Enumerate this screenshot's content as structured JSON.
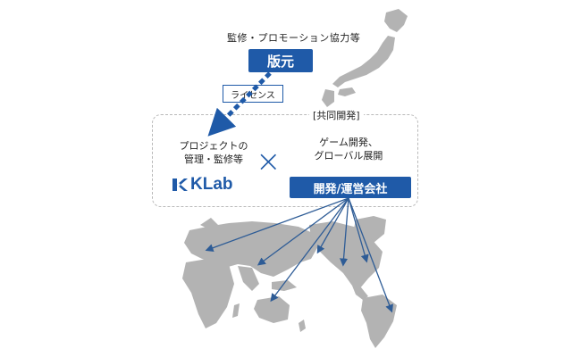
{
  "supervision_label": "監修・プロモーション協力等",
  "publisher_label": "版元",
  "license_label": "ライセンス",
  "group_label": "[共同開発]",
  "klab_role": [
    "プロジェクトの",
    "管理・監修等"
  ],
  "partner_role": [
    "ゲーム開発、",
    "グローバル展開"
  ],
  "cross_symbol": "×",
  "klab_logo_text": "KLab",
  "dev_ops_label": "開発/運営会社",
  "colors": {
    "accent": "#1f5aa8",
    "map_gray": "#b3b3b3",
    "dashed_border": "#b9b9b9"
  },
  "icons": [
    "japan-map",
    "world-map",
    "klab-logo-mark",
    "license-arrow",
    "distribution-arrows"
  ]
}
